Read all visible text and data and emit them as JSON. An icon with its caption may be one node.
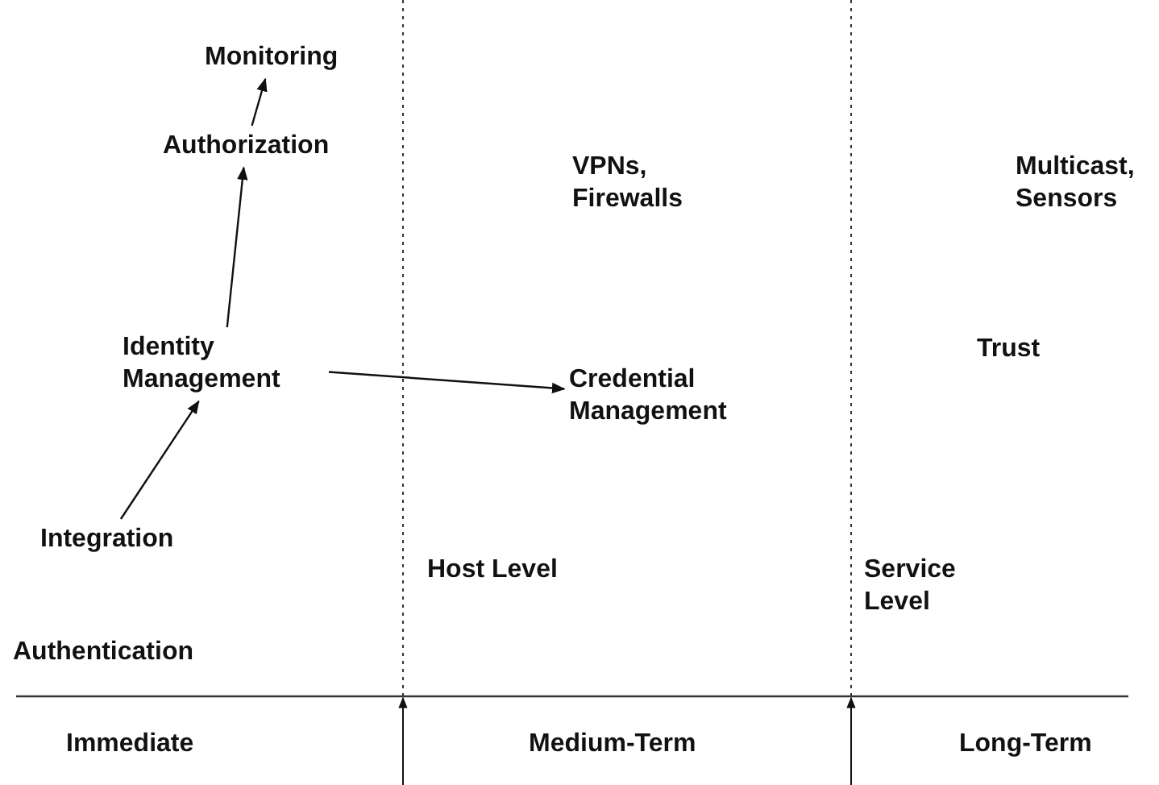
{
  "diagram": {
    "nodes": [
      {
        "text": [
          "Monitoring"
        ]
      },
      {
        "text": [
          "Authorization"
        ]
      },
      {
        "text": [
          "Identity Management"
        ]
      },
      {
        "text": [
          "Integration"
        ]
      },
      {
        "text": [
          "Credential Management"
        ]
      }
    ],
    "edges": [
      {
        "from": 3,
        "to": 2,
        "arrow": "to"
      },
      {
        "from": 2,
        "to": 1,
        "arrow": "to"
      },
      {
        "from": 1,
        "to": 0,
        "arrow": "to"
      },
      {
        "from": 2,
        "to": 4,
        "arrow": "to"
      }
    ],
    "labels": [
      "VPNs, Firewalls",
      "Multicast, Sensors",
      "Trust",
      "Host Level",
      "Service Level",
      "Authentication",
      "Immediate",
      "Medium-Term",
      "Long-Term"
    ]
  }
}
